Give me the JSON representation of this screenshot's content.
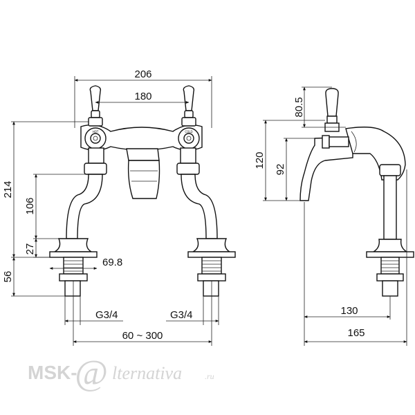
{
  "dimensions": {
    "total_width": "206",
    "handle_centers": "180",
    "total_height": "214",
    "leg_height": "106",
    "base_height": "27",
    "shank_length": "56",
    "base_diameter": "69.8",
    "thread_left": "G3/4",
    "thread_right": "G3/4",
    "center_range": "60 ~ 300",
    "side_handle_height": "80.5",
    "side_total_height": "120",
    "side_spout_height": "92",
    "spout_reach": "130",
    "total_depth": "165"
  },
  "labels": {
    "hot": "HOT",
    "cold": "COLD"
  },
  "watermark": {
    "prefix": "MSK-",
    "at": "@",
    "word": "lternativa",
    "suffix": ".ru"
  }
}
